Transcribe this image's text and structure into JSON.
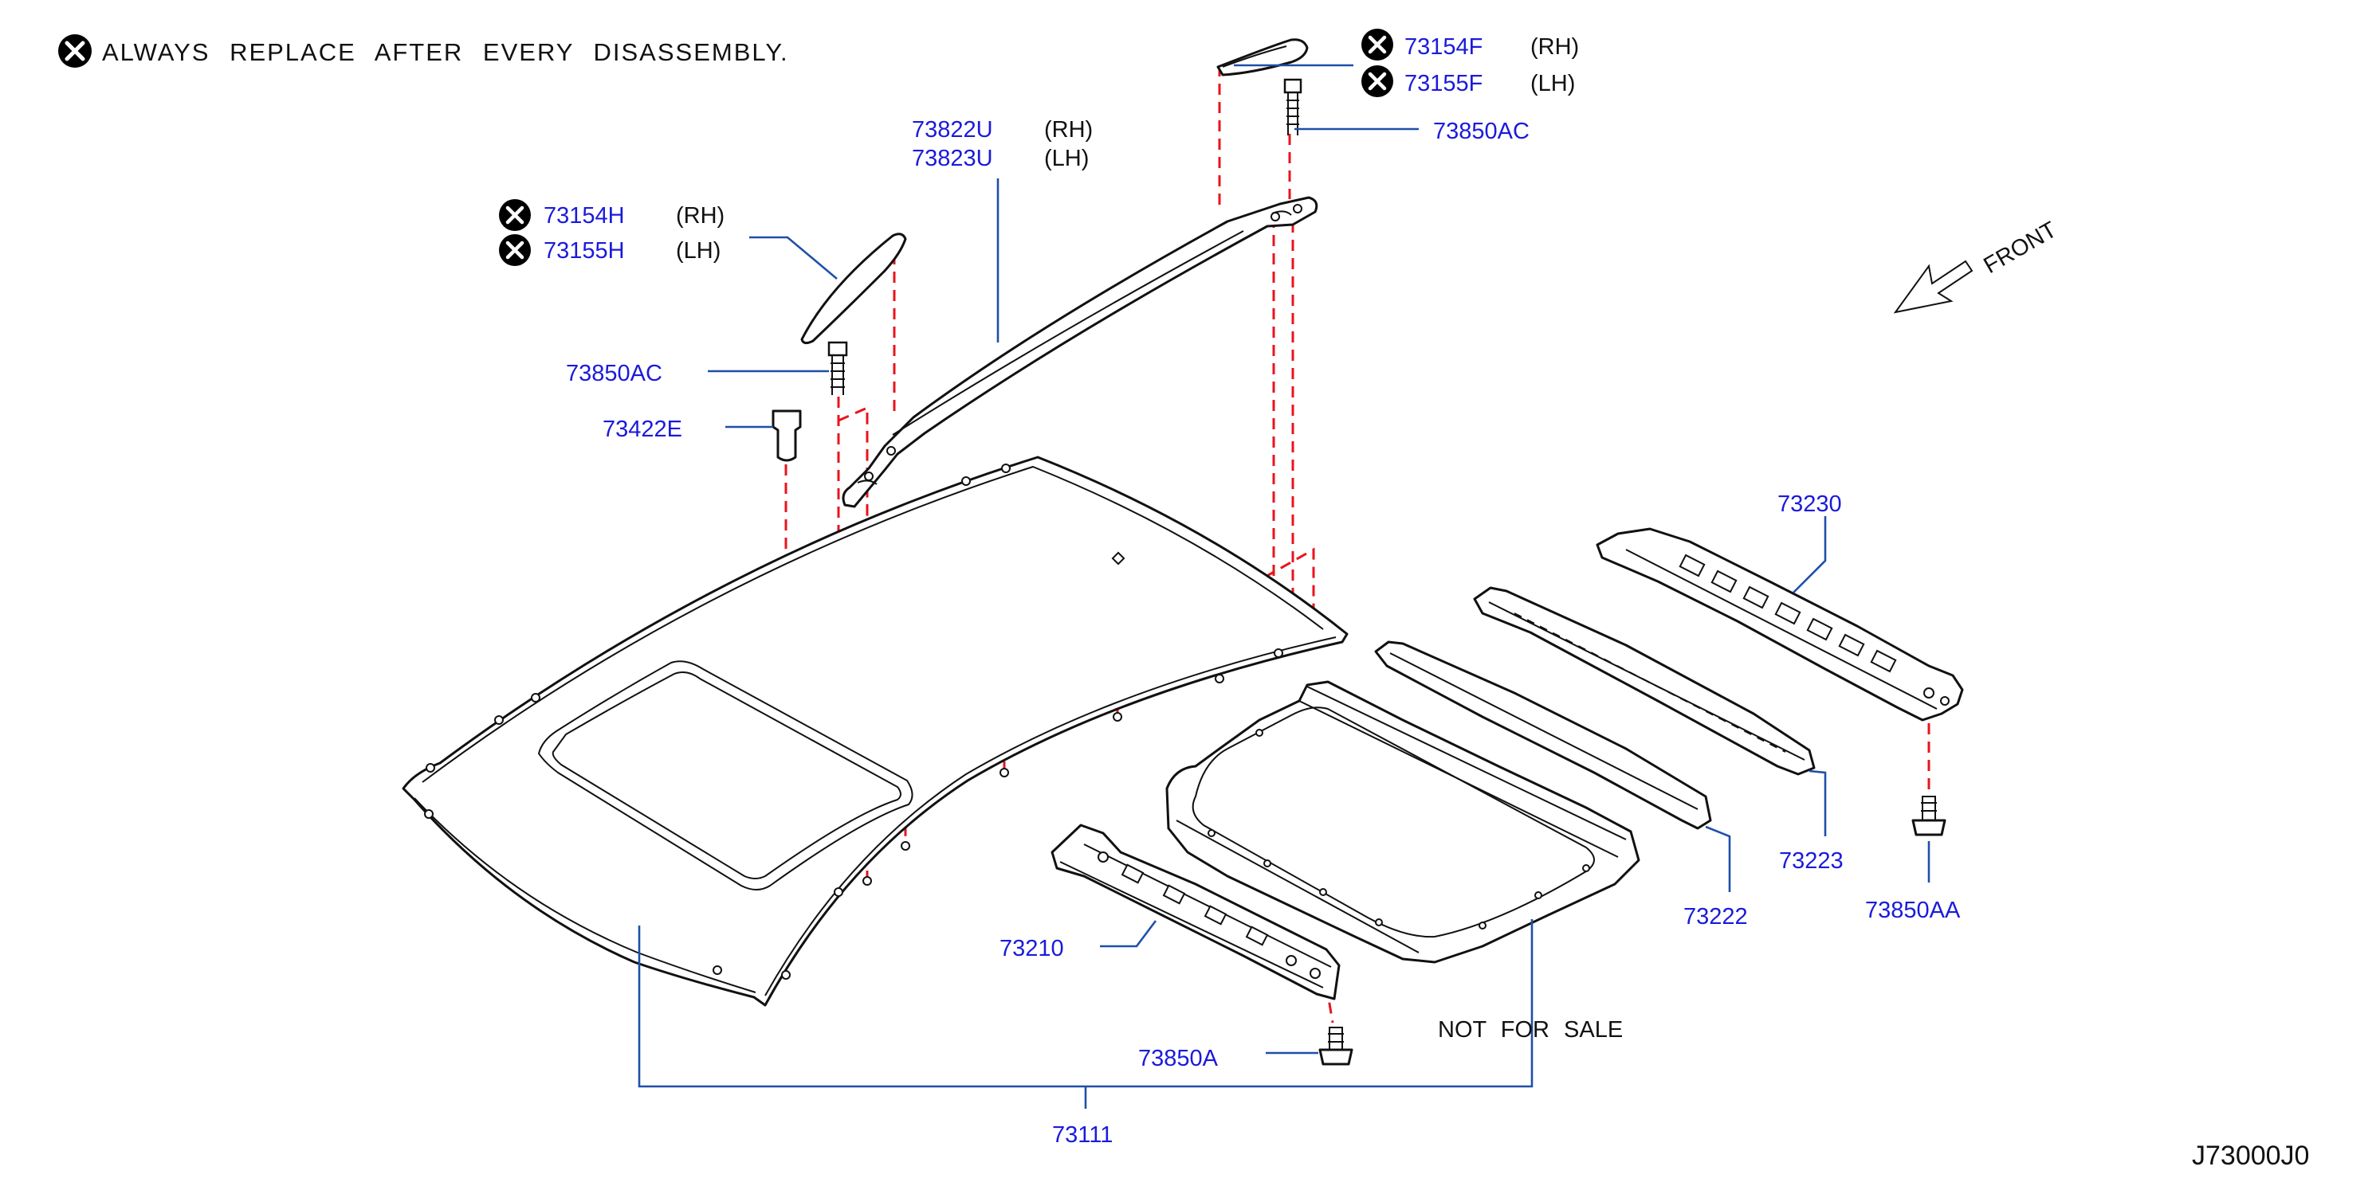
{
  "note": {
    "text": "ALWAYS  REPLACE  AFTER  EVERY  DISASSEMBLY."
  },
  "direction": {
    "label": "FRONT"
  },
  "parts": {
    "p73154F": {
      "number": "73154F",
      "side": "(RH)"
    },
    "p73155F": {
      "number": "73155F",
      "side": "(LH)"
    },
    "p73850AC_top": {
      "number": "73850AC"
    },
    "p73822U": {
      "number": "73822U",
      "side": "(RH)"
    },
    "p73823U": {
      "number": "73823U",
      "side": "(LH)"
    },
    "p73154H": {
      "number": "73154H",
      "side": "(RH)"
    },
    "p73155H": {
      "number": "73155H",
      "side": "(LH)"
    },
    "p73850AC_left": {
      "number": "73850AC"
    },
    "p73422E": {
      "number": "73422E"
    },
    "p73230": {
      "number": "73230"
    },
    "p73223": {
      "number": "73223"
    },
    "p73222": {
      "number": "73222"
    },
    "p73850AA": {
      "number": "73850AA"
    },
    "p73210": {
      "number": "73210"
    },
    "p73850A": {
      "number": "73850A"
    },
    "p73111": {
      "number": "73111"
    }
  },
  "not_for_sale": "NOT  FOR  SALE",
  "diagram_code": "J73000J0",
  "colors": {
    "part_number": "#1a1adc",
    "leader": "#1f4fa8",
    "dashed": "#e8141c",
    "line": "#111111"
  }
}
